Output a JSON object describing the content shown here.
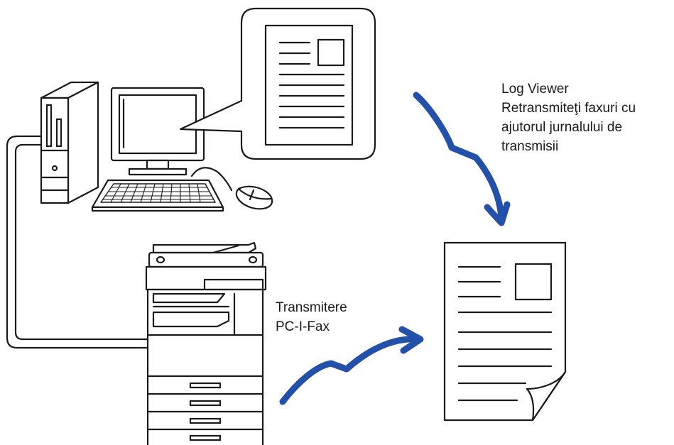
{
  "log_viewer": {
    "lines": [
      "Log Viewer",
      "Retransmiteţi faxuri cu",
      "ajutorul jurnalului de",
      "transmisii"
    ]
  },
  "pc_fax": {
    "lines": [
      "Transmitere",
      "PC-I-Fax"
    ]
  },
  "colors": {
    "arrow": "#2350a8",
    "outline": "#1a1a1a",
    "fill": "#ffffff"
  },
  "icons": [
    "computer-tower-icon",
    "monitor-icon",
    "keyboard-icon",
    "mouse-icon",
    "speech-bubble-icon",
    "document-icon",
    "multifunction-printer-icon",
    "arrow-icon"
  ]
}
